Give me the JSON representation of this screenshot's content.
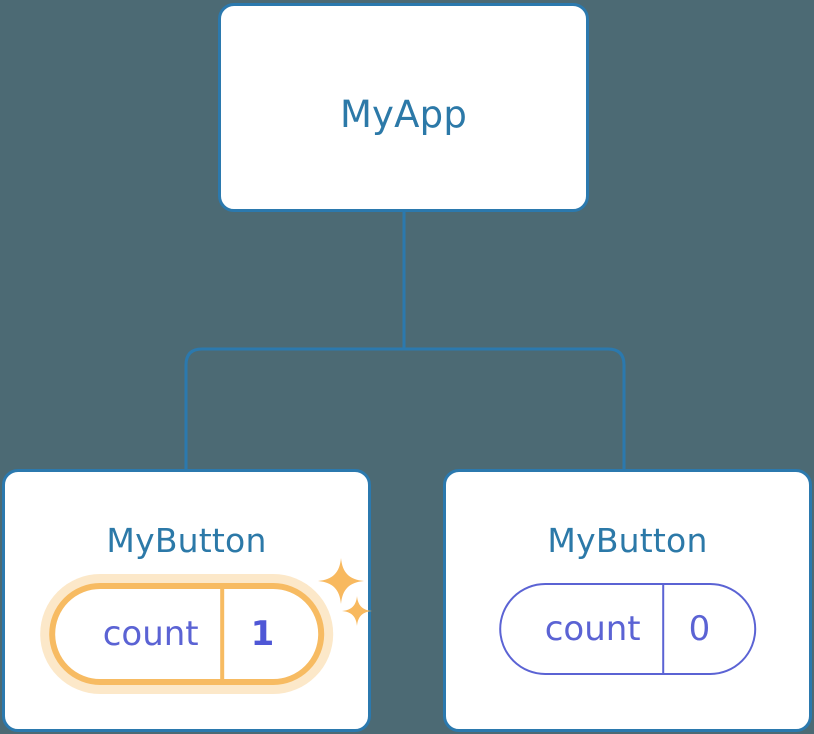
{
  "diagram": {
    "type": "component-tree",
    "background_color": "#4c6a74",
    "node_border_color": "#2b79ae",
    "node_title_color": "#2c79a8",
    "connector_color": "#2b79ae",
    "state_text_color": "#5b63d4",
    "highlight_color": "#f7bb62"
  },
  "root": {
    "title": "MyApp"
  },
  "children": [
    {
      "title": "MyButton",
      "state": {
        "key": "count",
        "value": "1"
      },
      "highlighted": true,
      "sparkles": [
        "sparkle-large",
        "sparkle-small"
      ]
    },
    {
      "title": "MyButton",
      "state": {
        "key": "count",
        "value": "0"
      },
      "highlighted": false,
      "sparkles": []
    }
  ]
}
